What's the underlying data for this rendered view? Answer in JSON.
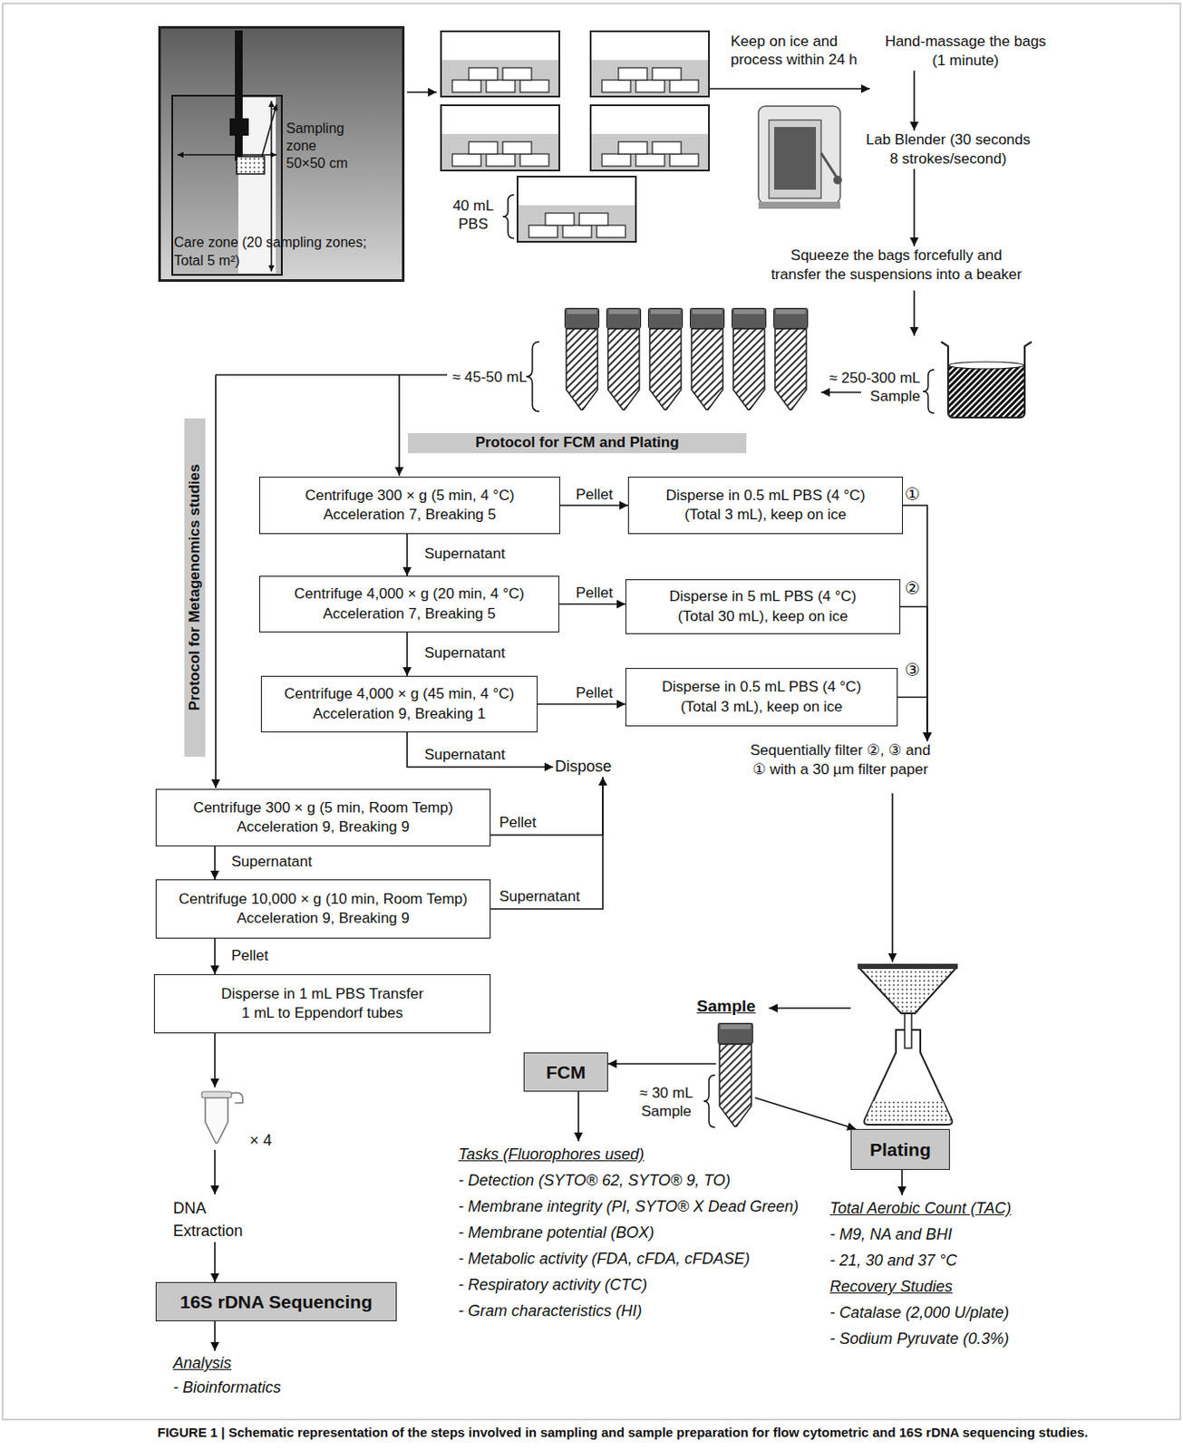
{
  "diagram": {
    "caption": "FIGURE 1 | Schematic representation of the steps involved in sampling and sample preparation for flow cytometric and 16S rDNA sequencing studies.",
    "nodes": [
      {
        "text": [
          "Care zone (20 sampling zones; Total 5 m²)"
        ]
      },
      {
        "text": [
          "Hand-massage the bags (1 minute)"
        ]
      },
      {
        "text": [
          "Lab Blender (30 seconds 8 strokes/second)"
        ]
      },
      {
        "text": [
          "Squeeze the bags forcefully and transfer the suspensions into a beaker"
        ]
      },
      {
        "text": [
          "Protocol for Metagenomics studies"
        ]
      },
      {
        "text": [
          "Protocol for FCM and Plating"
        ]
      },
      {
        "text": [
          "Centrifuge 300 × g (5 min, 4 °C) Acceleration 7, Breaking 5"
        ]
      },
      {
        "text": [
          "Disperse in 0.5 mL PBS (4 °C) (Total 3 mL), keep on ice"
        ]
      },
      {
        "text": [
          "Centrifuge 4,000 × g (20 min, 4 °C) Acceleration 7, Breaking 5"
        ]
      },
      {
        "text": [
          "Disperse in 5 mL PBS (4 °C) (Total 30 mL), keep on ice"
        ]
      },
      {
        "text": [
          "Centrifuge 4,000 × g (45 min, 4 °C) Acceleration 9, Breaking 1"
        ]
      },
      {
        "text": [
          "Disperse in 0.5 mL PBS (4 °C) (Total 3 mL), keep on ice"
        ]
      },
      {
        "text": [
          "Dispose"
        ]
      },
      {
        "text": [
          "Sequentially filter ②, ③ and ① with a 30 µm filter paper"
        ]
      },
      {
        "text": [
          "Centrifuge 300 × g (5 min, Room Temp) Acceleration 9, Breaking 9"
        ]
      },
      {
        "text": [
          "Centrifuge 10,000 × g (10 min, Room Temp) Acceleration 9, Breaking 9"
        ]
      },
      {
        "text": [
          "Disperse in 1 mL PBS Transfer 1 mL to Eppendorf tubes"
        ]
      },
      {
        "text": [
          "Sample"
        ]
      },
      {
        "text": [
          "FCM"
        ]
      },
      {
        "text": [
          "Plating"
        ]
      },
      {
        "text": [
          "DNA Extraction"
        ]
      },
      {
        "text": [
          "Tasks (Fluorophores used)",
          "- Detection (SYTO® 62, SYTO® 9, TO)",
          "- Membrane integrity (PI, SYTO® X Dead Green)",
          "- Membrane potential (BOX)",
          "- Metabolic activity (FDA, cFDA, cFDASE)",
          "- Respiratory activity (CTC)",
          "- Gram characteristics (HI)"
        ]
      },
      {
        "text": [
          "Total Aerobic Count (TAC)",
          "- M9, NA and BHI",
          "- 21, 30 and 37 °C",
          "Recovery Studies",
          "- Catalase (2,000 U/plate)",
          "- Sodium Pyruvate (0.3%)"
        ]
      },
      {
        "text": [
          "16S rDNA Sequencing"
        ]
      },
      {
        "text": [
          "Analysis",
          "- Bioinformatics"
        ]
      }
    ],
    "edges": [
      {
        "from": 1,
        "to": 2,
        "arrow": "to"
      },
      {
        "from": 2,
        "to": 3,
        "arrow": "to"
      },
      {
        "from": 6,
        "to": 7,
        "label": "Pellet",
        "arrow": "to"
      },
      {
        "from": 6,
        "to": 8,
        "label": "Supernatant",
        "arrow": "to"
      },
      {
        "from": 8,
        "to": 9,
        "label": "Pellet",
        "arrow": "to"
      },
      {
        "from": 8,
        "to": 10,
        "label": "Supernatant",
        "arrow": "to"
      },
      {
        "from": 10,
        "to": 11,
        "label": "Pellet",
        "arrow": "to"
      },
      {
        "from": 10,
        "to": 12,
        "label": "Supernatant",
        "arrow": "to"
      },
      {
        "from": 7,
        "to": 13,
        "arrow": "to"
      },
      {
        "from": 9,
        "to": 13,
        "arrow": "to"
      },
      {
        "from": 11,
        "to": 13,
        "arrow": "to"
      },
      {
        "from": 14,
        "to": 12,
        "label": "Pellet",
        "arrow": "to"
      },
      {
        "from": 14,
        "to": 15,
        "label": "Supernatant",
        "arrow": "to"
      },
      {
        "from": 15,
        "to": 12,
        "label": "Supernatant",
        "arrow": "to"
      },
      {
        "from": 15,
        "to": 16,
        "label": "Pellet",
        "arrow": "to"
      },
      {
        "from": 17,
        "to": 18,
        "arrow": "to"
      },
      {
        "from": 17,
        "to": 19,
        "arrow": "to"
      },
      {
        "from": 18,
        "to": 21,
        "arrow": "to"
      },
      {
        "from": 19,
        "to": 22,
        "arrow": "to"
      },
      {
        "from": 20,
        "to": 23,
        "arrow": "to"
      },
      {
        "from": 23,
        "to": 24,
        "arrow": "to"
      }
    ],
    "labels": [
      "Sampling zone 50×50 cm",
      "40 mL PBS",
      "Keep on ice and process within 24 h",
      "≈ 250-300 mL Sample",
      "≈ 45-50 mL",
      "①",
      "②",
      "③",
      "× 4",
      "≈ 30 mL Sample"
    ]
  }
}
